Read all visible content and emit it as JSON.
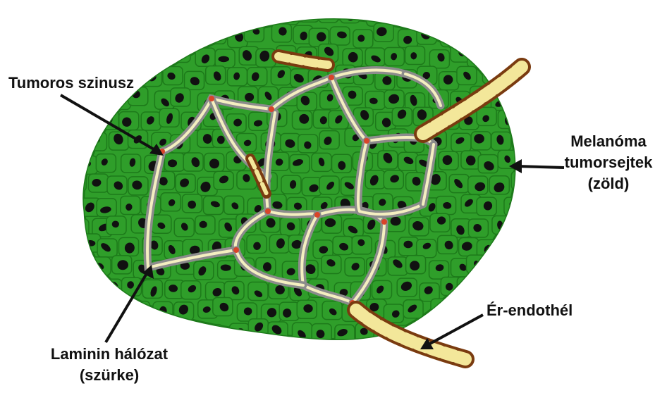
{
  "labels": {
    "tumoral_sinus": "Tumoros szinusz",
    "melanoma_line1": "Melanóma",
    "melanoma_line2": "tumorsejtek",
    "melanoma_line3": "(zöld)",
    "vessel_endothelium": "Ér-endothél",
    "laminin_line1": "Laminin hálózat",
    "laminin_line2": "(szürke)"
  },
  "colors": {
    "tumor_cell": "#2f9e2a",
    "tumor_cell_dark": "#1d7a1a",
    "nucleus": "#111111",
    "laminin_network": "#8c8c8c",
    "sinus_lumen": "#f4efc0",
    "vessel_fill": "#f3e79a",
    "vessel_edge": "#7a3b10",
    "blood_cell": "#d9442a"
  }
}
